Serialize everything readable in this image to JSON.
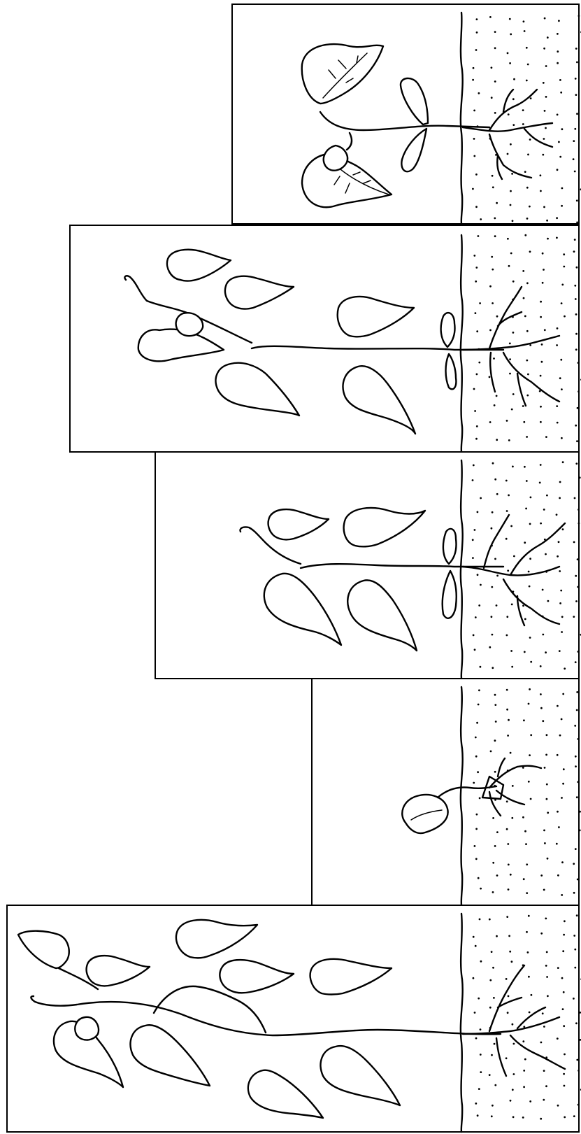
{
  "diagram": {
    "title": "",
    "panels": [
      {
        "id": "panel-1",
        "stage": "seedling-with-first-leaves"
      },
      {
        "id": "panel-2",
        "stage": "vine-with-many-leaves"
      },
      {
        "id": "panel-3",
        "stage": "young-vine"
      },
      {
        "id": "panel-4",
        "stage": "germinating-seed"
      },
      {
        "id": "panel-5",
        "stage": "mature-vine"
      }
    ],
    "colors": {
      "ink": "#000000",
      "paper": "#ffffff"
    }
  }
}
